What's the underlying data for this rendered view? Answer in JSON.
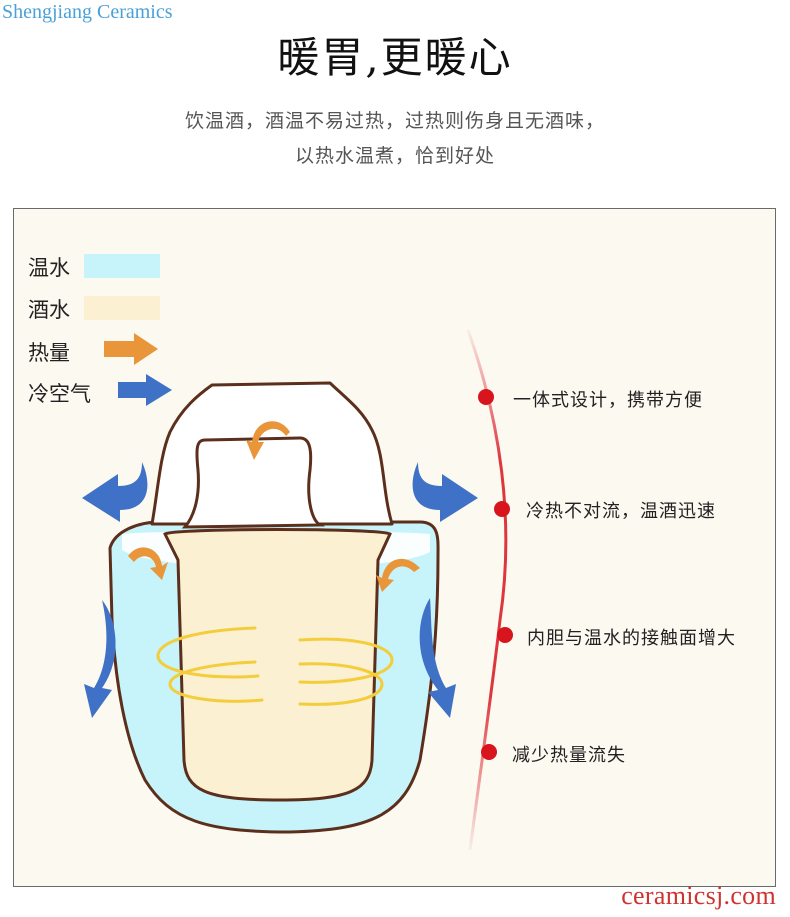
{
  "watermarks": {
    "top": "Shengjiang Ceramics",
    "bottom": "ceramicsj.com"
  },
  "header": {
    "title": "暖胃,更暖心",
    "intro_line1": "饮温酒，酒温不易过热，过热则伤身且无酒味，",
    "intro_line2": "以热水温煮，恰到好处"
  },
  "legend": [
    {
      "label": "温水",
      "kind": "swatch",
      "color": "#c6f4fa"
    },
    {
      "label": "酒水",
      "kind": "swatch",
      "color": "#fbf0d2"
    },
    {
      "label": "热量",
      "kind": "arrow",
      "color": "#e9953a"
    },
    {
      "label": "冷空气",
      "kind": "arrow",
      "color": "#3f72c6"
    }
  ],
  "features": [
    "一体式设计，携带方便",
    "冷热不对流，温酒迅速",
    "内胆与温水的接触面增大",
    "减少热量流失"
  ],
  "colors": {
    "warm_water": "#c6f4fa",
    "wine": "#fbf0d2",
    "heat_arrow": "#e9953a",
    "cold_air_arrow": "#3f72c6",
    "feature_dot": "#d8141d",
    "panel_bg": "#fcf9f1"
  }
}
